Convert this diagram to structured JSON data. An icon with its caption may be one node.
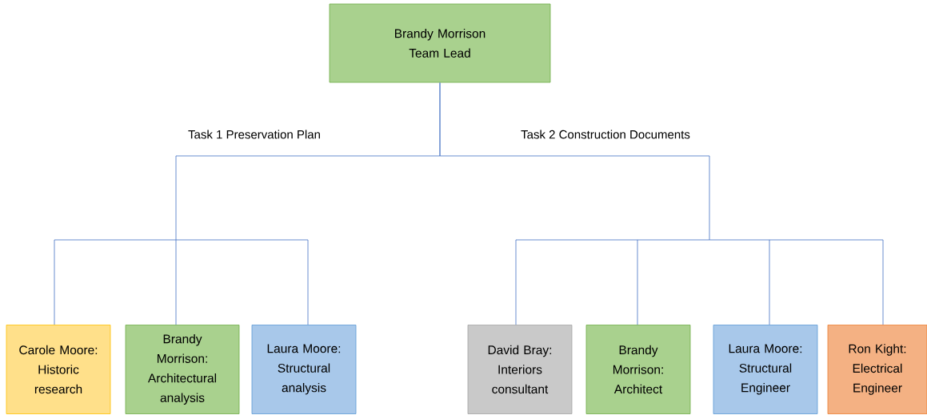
{
  "diagram": {
    "nodes": [
      {
        "text": [
          "Brandy Morrison",
          "Team Lead"
        ]
      },
      {
        "text": [
          "Carole Moore: Historic research"
        ]
      },
      {
        "text": [
          "Brandy Morrison: Architectural analysis"
        ]
      },
      {
        "text": [
          "Laura Moore: Structural analysis"
        ]
      },
      {
        "text": [
          "David Bray: Interiors consultant"
        ]
      },
      {
        "text": [
          "Brandy Morrison: Architect"
        ]
      },
      {
        "text": [
          "Laura Moore: Structural Engineer"
        ]
      },
      {
        "text": [
          "Ron Kight: Electrical Engineer"
        ]
      }
    ],
    "edges": [
      {
        "from": 0,
        "to": 1,
        "arrow": "none"
      },
      {
        "from": 0,
        "to": 2,
        "arrow": "none"
      },
      {
        "from": 0,
        "to": 3,
        "arrow": "none"
      },
      {
        "from": 0,
        "to": 4,
        "arrow": "none"
      },
      {
        "from": 0,
        "to": 5,
        "arrow": "none"
      },
      {
        "from": 0,
        "to": 6,
        "arrow": "none"
      },
      {
        "from": 0,
        "to": 7,
        "arrow": "none"
      }
    ],
    "labels": [
      "Task 1 Preservation Plan",
      "Task 2 Construction Documents"
    ]
  }
}
